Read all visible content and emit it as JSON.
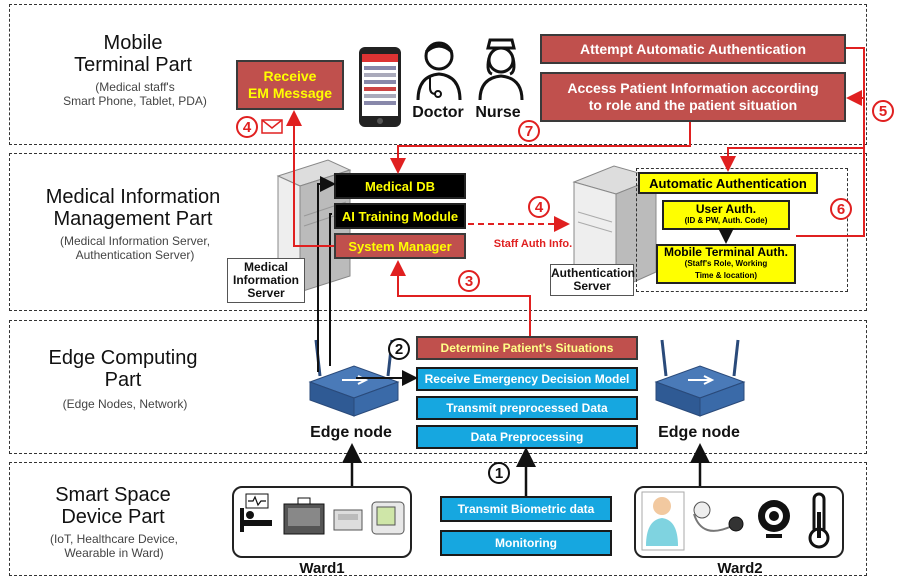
{
  "sections": {
    "mobile": {
      "title": "Mobile\nTerminal Part",
      "subtitle": "(Medical staff's\nSmart Phone, Tablet, PDA)"
    },
    "medical": {
      "title": "Medical Information\nManagement Part",
      "subtitle": "(Medical Information Server,\nAuthentication Server)"
    },
    "edge": {
      "title": "Edge Computing\nPart",
      "subtitle": "(Edge Nodes, Network)"
    },
    "smart": {
      "title": "Smart Space\nDevice Part",
      "subtitle": "(IoT, Healthcare Device,\nWearable in Ward)"
    }
  },
  "mobile": {
    "receive_em": "Receive\nEM Message",
    "doctor": "Doctor",
    "nurse": "Nurse",
    "attempt_auth": "Attempt Automatic Authentication",
    "access_info": "Access Patient Information according\nto role and the patient situation"
  },
  "medical": {
    "medical_db": "Medical DB",
    "ai_module": "AI Training Module",
    "system_manager": "System Manager",
    "server_label": "Medical\nInformation\nServer",
    "staff_auth_info": "Staff Auth Info.",
    "auth_server_label": "Authentication\nServer",
    "automatic_auth": "Automatic Authentication",
    "user_auth_title": "User Auth.",
    "user_auth_detail": "(ID & PW, Auth. Code)",
    "mobile_auth_title": "Mobile Terminal Auth.",
    "mobile_auth_detail": "(Staff's Role, Working\nTime & location)"
  },
  "edge": {
    "determine": "Determine Patient's Situations",
    "receive_model": "Receive Emergency Decision Model",
    "transmit_pre": "Transmit preprocessed Data",
    "preprocessing": "Data Preprocessing",
    "edge_node_left": "Edge node",
    "edge_node_right": "Edge node"
  },
  "smart": {
    "transmit_bio": "Transmit Biometric data",
    "monitoring": "Monitoring",
    "ward1": "Ward1",
    "ward2": "Ward2"
  },
  "steps": {
    "s1": "1",
    "s2": "2",
    "s3": "3",
    "s4a": "4",
    "s4b": "4",
    "s5": "5",
    "s6": "6",
    "s7": "7"
  },
  "colors": {
    "flow_red": "#e02020",
    "red_box": "#c0504d",
    "blue_box": "#16a7e0",
    "yellow": "#ffff00"
  }
}
